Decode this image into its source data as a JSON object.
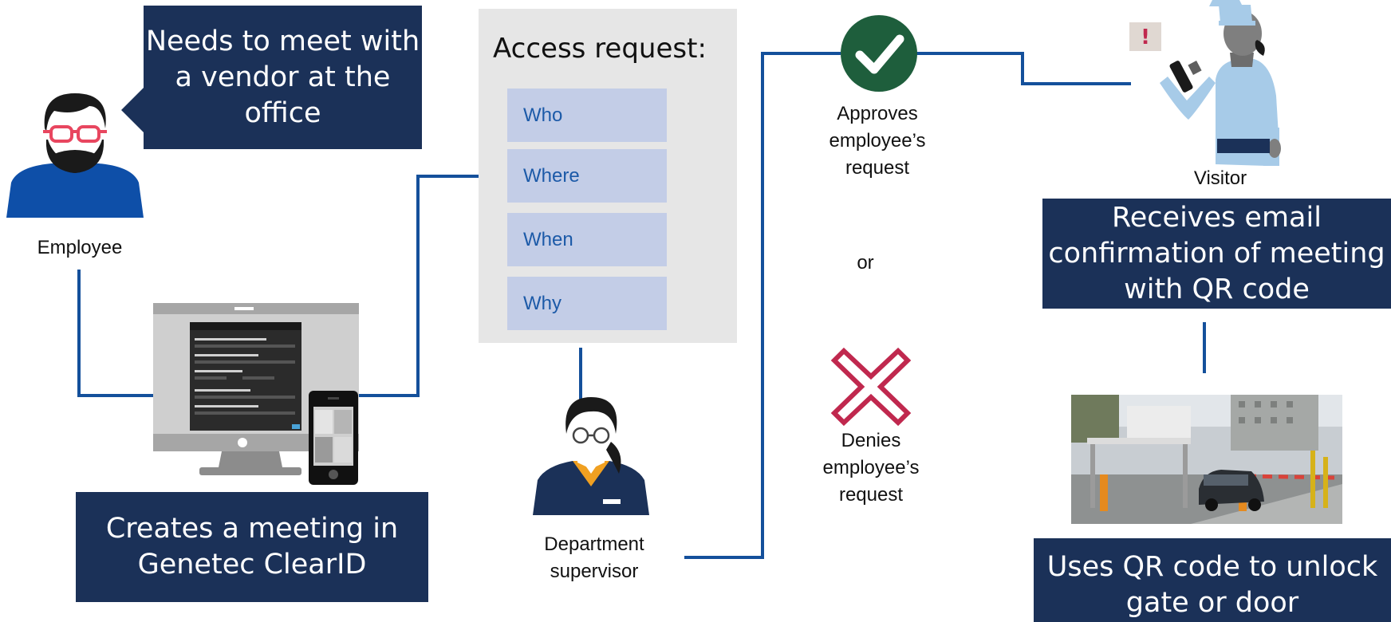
{
  "employee": {
    "label": "Employee",
    "bubble_text": "Needs to meet with\na vendor at the\noffice",
    "action_text": "Creates a meeting in\nGenetec ClearID"
  },
  "access_request": {
    "title": "Access request:",
    "fields": [
      "Who",
      "Where",
      "When",
      "Why"
    ]
  },
  "supervisor": {
    "label": "Department\nsupervisor"
  },
  "decision": {
    "approve": "Approves\nemployee’s\nrequest",
    "or": "or",
    "deny": "Denies\nemployee’s\nrequest"
  },
  "visitor": {
    "label": "Visitor",
    "email_text": "Receives email\nconfirmation of meeting\nwith QR code",
    "gate_text": "Uses QR code to unlock\ngate or door"
  },
  "colors": {
    "navy": "#1b3158",
    "connector": "#14509b",
    "approve": "#1e5e3c",
    "deny": "#c0284e",
    "field": "#c3cde7"
  }
}
